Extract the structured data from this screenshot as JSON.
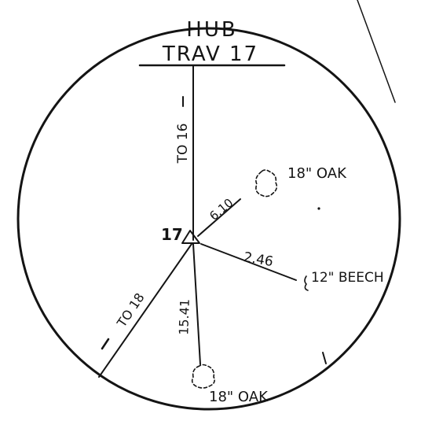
{
  "header": {
    "line1": "HUB",
    "line2": "TRAV 17"
  },
  "station": {
    "label": "17"
  },
  "legs": {
    "north": "TO 16",
    "southwest": "TO 18"
  },
  "ties": {
    "northeast": {
      "distance": "6.10",
      "tree": "18\" OAK"
    },
    "east": {
      "distance": "2.46",
      "tree": "12\" BEECH"
    },
    "south": {
      "distance": "15.41",
      "tree": "18\" OAK"
    }
  },
  "colors": {
    "ink": "#141414",
    "paper": "#ffffff"
  }
}
